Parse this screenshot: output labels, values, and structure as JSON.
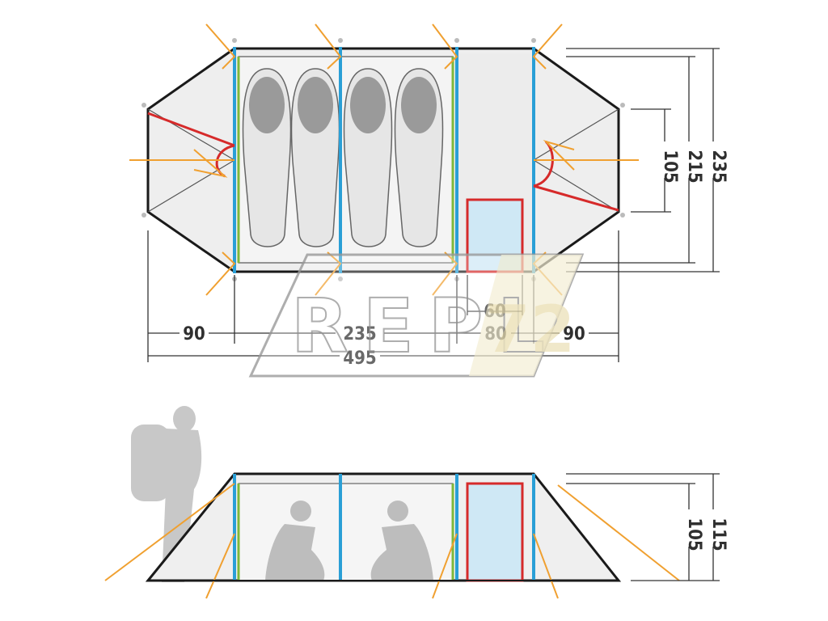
{
  "watermark": {
    "text": "REPL",
    "sub": "72"
  },
  "plan_view": {
    "dimensions": {
      "left_vestibule": "90",
      "inner_length": "235",
      "door": "60",
      "porch": "80",
      "right_vestibule": "90",
      "total_length": "495",
      "width_small": "105",
      "width_inner": "215",
      "width_total": "235"
    }
  },
  "side_view": {
    "dimensions": {
      "inner_height": "105",
      "total_height": "115"
    }
  },
  "colors": {
    "outline": "#1a1a1a",
    "pole": "#2a9fd6",
    "inner_wall": "#7fb83a",
    "door_frame": "#d62a2a",
    "guy_line": "#f0a030",
    "door_fill": "#cfe8f5",
    "tent_fill": "#f2f2f2",
    "silhouette": "#c8c8c8"
  }
}
